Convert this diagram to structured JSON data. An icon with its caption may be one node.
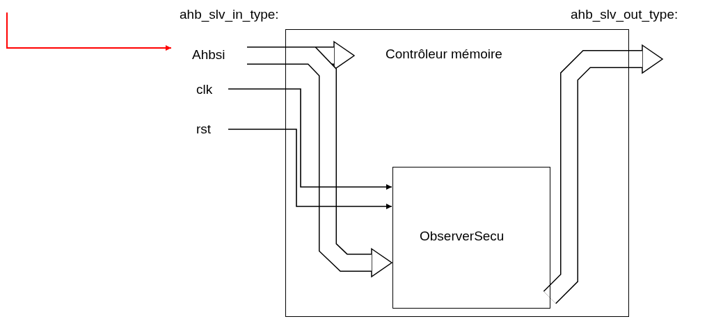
{
  "diagram": {
    "nodes": [
      {
        "text": [
          "Contrôleur mémoire"
        ]
      },
      {
        "text": [
          "ObserverSecu"
        ],
        "in": 0
      },
      {
        "text": [
          "Ahbsi"
        ]
      },
      {
        "text": [
          "clk"
        ]
      },
      {
        "text": [
          "rst"
        ]
      }
    ],
    "edges": [
      {
        "from": null,
        "to": 2,
        "arrow": "to",
        "color": "#ff0000"
      },
      {
        "from": 2,
        "to": 0,
        "arrow": "to",
        "style": "thick"
      },
      {
        "from": 2,
        "to": 1,
        "arrow": "to",
        "style": "thick"
      },
      {
        "from": 3,
        "to": 1,
        "arrow": "to"
      },
      {
        "from": 4,
        "to": 1,
        "arrow": "to"
      },
      {
        "from": 1,
        "to": null,
        "arrow": "to",
        "style": "thick"
      }
    ],
    "labels": [
      "ahb_slv_in_type:",
      "ahb_slv_out_type:"
    ]
  }
}
